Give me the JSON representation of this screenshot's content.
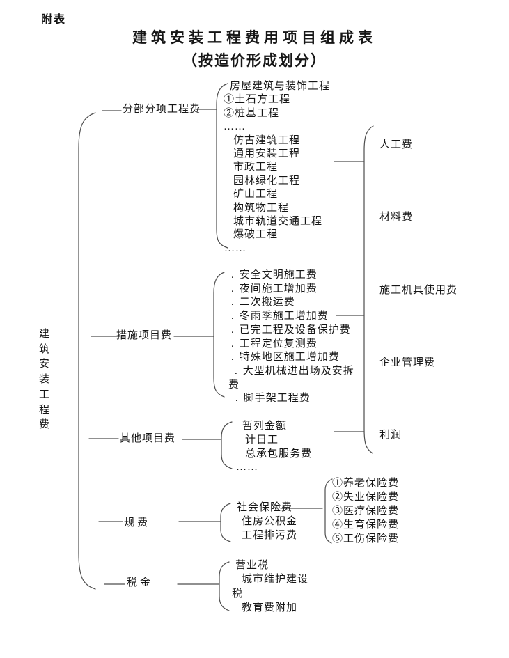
{
  "header": {
    "annotation": "附表",
    "title": "建筑安装工程费用项目组成表",
    "subtitle": "（按造价形成划分）"
  },
  "root": {
    "label": "建筑安装工程费"
  },
  "branches": [
    {
      "label": "分部分项工程费",
      "items": [
        "房屋建筑与装饰工程",
        "①土石方工程",
        "②桩基工程",
        "……",
        "仿古建筑工程",
        "通用安装工程",
        "市政工程",
        "园林绿化工程",
        "矿山工程",
        "构筑物工程",
        "城市轨道交通工程",
        "爆破工程",
        "……"
      ]
    },
    {
      "label": "措施项目费",
      "bullet": ".",
      "items": [
        "安全文明施工费",
        "夜间施工增加费",
        "二次搬运费",
        "冬雨季施工增加费",
        "已完工程及设备保护费",
        "工程定位复测费",
        "特殊地区施工增加费",
        "大型机械进出场及安拆费",
        "脚手架工程费"
      ]
    },
    {
      "label": "其他项目费",
      "items": [
        "暂列金额",
        "计日工",
        "总承包服务费",
        "……"
      ]
    },
    {
      "label": "规费",
      "items": [
        "社会保险费",
        "住房公积金",
        "工程排污费"
      ]
    },
    {
      "label": "税金",
      "items": [
        "营业税",
        "城市维护建设税",
        "教育费附加"
      ]
    }
  ],
  "social_insurance": {
    "items": [
      "①养老保险费",
      "②失业保险费",
      "③医疗保险费",
      "④生育保险费",
      "⑤工伤保险费"
    ]
  },
  "cost_elements": {
    "items": [
      "人工费",
      "材料费",
      "施工机具使用费",
      "企业管理费",
      "利润"
    ]
  },
  "colors": {
    "line": "#4d4d4d",
    "text": "#161616",
    "background": "#ffffff"
  }
}
